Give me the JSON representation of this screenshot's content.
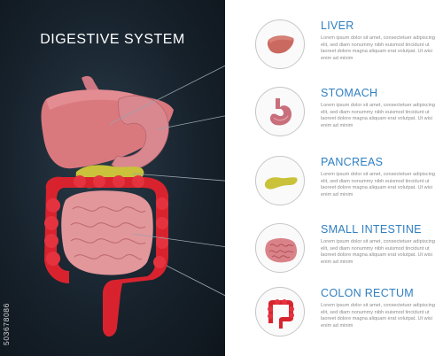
{
  "infographic": {
    "title": "DIGESTIVE SYSTEM",
    "colors": {
      "background_dark": "#17222c",
      "heading_blue": "#2f7fc1",
      "liver": "#d9797e",
      "stomach": "#d98890",
      "pancreas": "#c9c23a",
      "intestine": "#e2979b",
      "colon": "#d8232f"
    },
    "entries": [
      {
        "icon": "liver-icon",
        "title": "LIVER",
        "body": "Lorem ipsum dolor sit amet, consectetuer adipiscing elit, sed diam nonummy nibh euismod tincidunt ut laoreet dolore magna aliquam erat volutpat. Ut wisi enim ad minim"
      },
      {
        "icon": "stomach-icon",
        "title": "STOMACH",
        "body": "Lorem ipsum dolor sit amet, consectetuer adipiscing elit, sed diam nonummy nibh euismod tincidunt ut laoreet dolore magna aliquam erat volutpat. Ut wisi enim ad minim"
      },
      {
        "icon": "pancreas-icon",
        "title": "PANCREAS",
        "body": "Lorem ipsum dolor sit amet, consectetuer adipiscing elit, sed diam nonummy nibh euismod tincidunt ut laoreet dolore magna aliquam erat volutpat. Ut wisi enim ad minim"
      },
      {
        "icon": "small-intestine-icon",
        "title": "SMALL INTESTINE",
        "body": "Lorem ipsum dolor sit amet, consectetuer adipiscing elit, sed diam nonummy nibh euismod tincidunt ut laoreet dolore magna aliquam erat volutpat. Ut wisi enim ad minim"
      },
      {
        "icon": "colon-rectum-icon",
        "title": "COLON RECTUM",
        "body": "Lorem ipsum dolor sit amet, consectetuer adipiscing elit, sed diam nonummy nibh euismod tincidunt ut laoreet dolore magna aliquam erat volutpat. Ut wisi enim ad minim"
      }
    ],
    "stock_id": "503678086"
  }
}
